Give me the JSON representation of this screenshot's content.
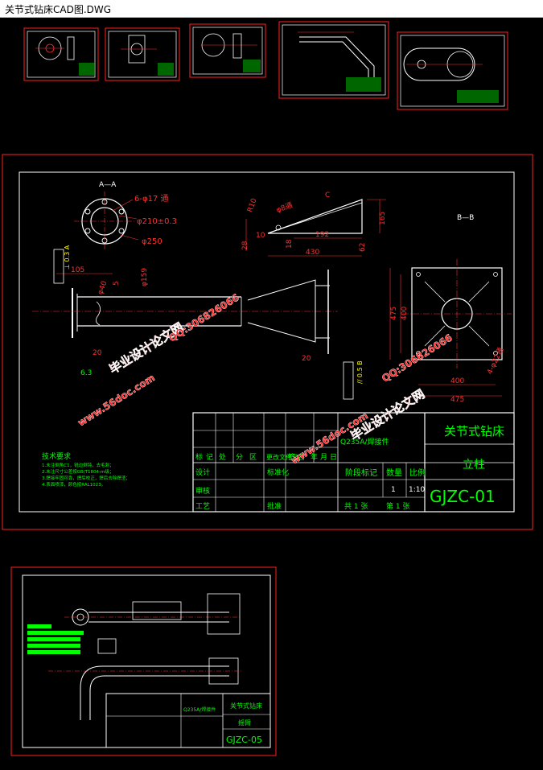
{
  "window": {
    "title": "关节式钻床CAD图.DWG"
  },
  "colors": {
    "frame": "#ff2020",
    "line": "#ffffff",
    "dim": "#ff3030",
    "text": "#00ff00",
    "accent": "#ffff00",
    "cyan": "#00ffff"
  },
  "main_sheet": {
    "section_aa": "A—A",
    "section_bb": "B—B",
    "dim_holes": "6-φ17 通",
    "dim_pcd": "φ210±0.3",
    "dim_bore": "φ250",
    "dim_r10": "R10",
    "dim_phi8": "φ8通",
    "label_c": "C",
    "dim_165": "165",
    "dim_28": "28",
    "dim_10": "10",
    "dim_18": "18",
    "dim_192": "192",
    "dim_62": "62",
    "dim_430": "430",
    "dim_105": "105",
    "dim_phi40": "φ40",
    "dim_5": "5",
    "dim_phi159": "φ159",
    "dim_20a": "20",
    "dim_20b": "20",
    "dim_475v": "475",
    "dim_400v": "400",
    "dim_400h": "400",
    "dim_475h": "475",
    "dim_4holes": "4-φ22通",
    "tol_a": "⊥ 0.3 A",
    "tol_b": "// 0.5 B",
    "roughness": "6.3",
    "notes_title": "技术要求",
    "notes": [
      "1.未注倒角C1，锐边倒钝，去毛刺；",
      "2.未注尺寸公差按GB/T1804-m级；",
      "3.焊接牢固可靠，焊后校正，焊后去除焊渣；",
      "4.表面喷漆，颜色按RAL1023。"
    ],
    "title_block": {
      "name": "关节式钻床",
      "part": "立柱",
      "code": "GJZC-01",
      "material": "Q235A/焊接件",
      "headers": [
        "标",
        "记",
        "处",
        "分",
        "区",
        "更改文件号",
        "签",
        "名",
        "年",
        "月",
        "日"
      ],
      "row_design": "设计",
      "row_standard": "标准化",
      "row_review": "审核",
      "row_process": "工艺",
      "row_approve": "批准",
      "stage_mark": "阶段标记",
      "weight": "数量",
      "scale": "比例",
      "qty": "1",
      "scale_val": "1:10",
      "sheet_total": "共 1 张",
      "sheet_no": "第 1 张"
    }
  },
  "watermarks": {
    "site": "www.56doc.com",
    "qq": "QQ:306826066",
    "brand": "毕业设计论文网"
  },
  "bottom_sheet": {
    "name": "关节式钻床",
    "part": "摇臂",
    "code": "GJZC-05",
    "material": "Q235A/焊接件"
  }
}
